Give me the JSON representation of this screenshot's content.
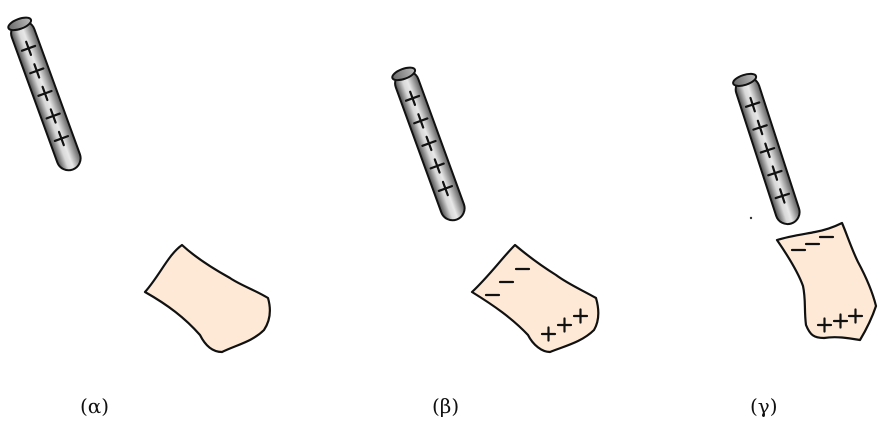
{
  "panels": [
    {
      "caption": "(α)"
    },
    {
      "caption": "(β)"
    },
    {
      "caption": "(γ)"
    }
  ]
}
